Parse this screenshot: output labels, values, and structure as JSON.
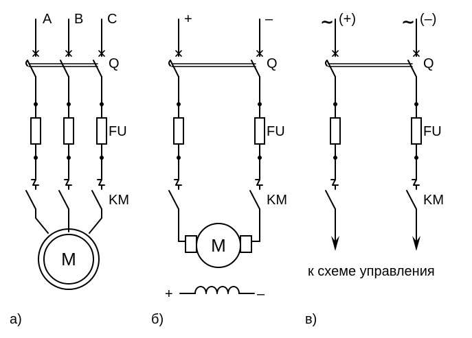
{
  "panel_a": {
    "phases": [
      "A",
      "B",
      "C"
    ],
    "switch_label": "Q",
    "fuse_label": "FU",
    "contactor_label": "KM",
    "motor_label": "M",
    "caption": "а)"
  },
  "panel_b": {
    "pos_label": "+",
    "neg_label": "–",
    "switch_label": "Q",
    "fuse_label": "FU",
    "contactor_label": "KM",
    "motor_label": "M",
    "field_pos": "+",
    "field_neg": "–",
    "caption": "б)"
  },
  "panel_c": {
    "ac_symbol": "~",
    "pos_label": "(+)",
    "neg_label": "(–)",
    "switch_label": "Q",
    "fuse_label": "FU",
    "contactor_label": "KM",
    "control_note": "к схеме управления",
    "caption": "в)"
  }
}
